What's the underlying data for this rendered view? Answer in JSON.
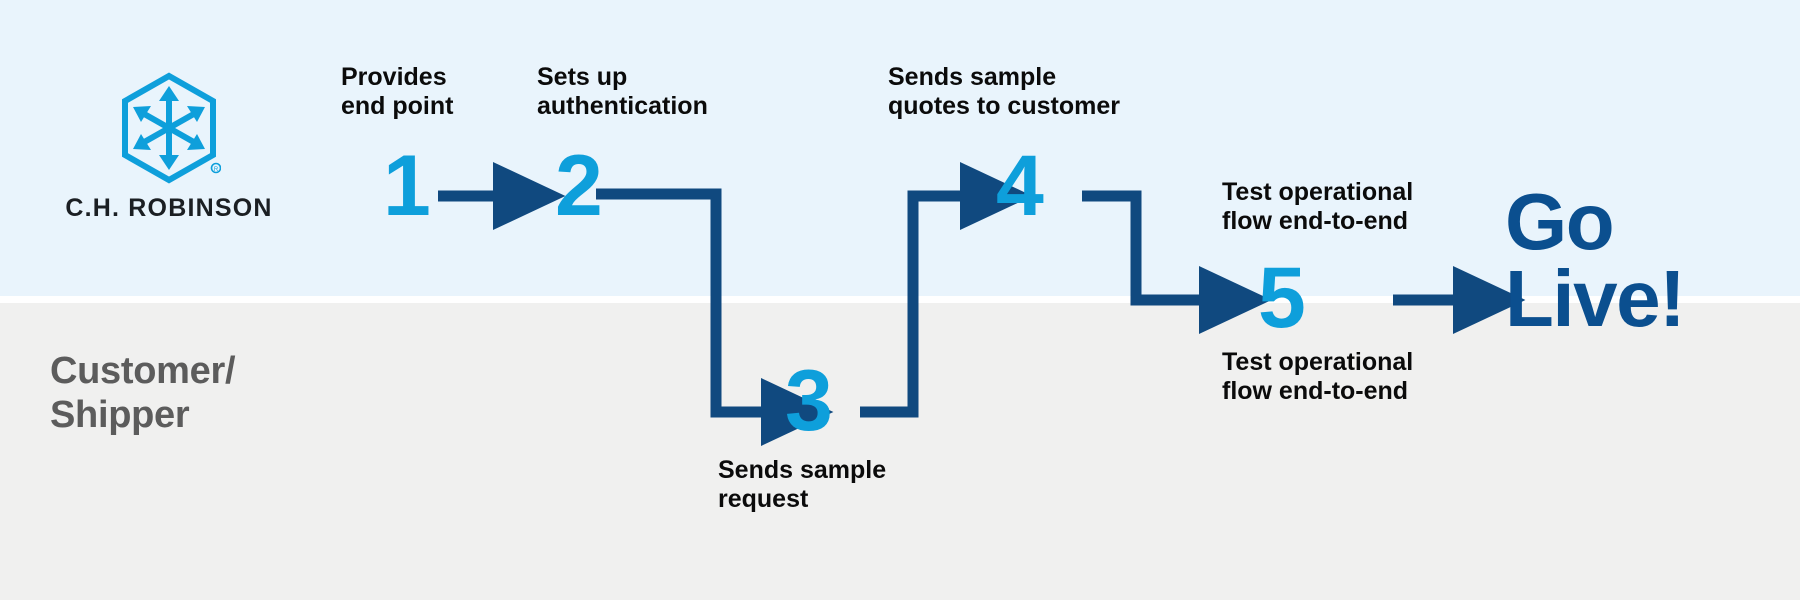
{
  "meta": {
    "title": "C.H. Robinson API Integration Onboarding Flow",
    "accent_blue": "#0e9fdb",
    "navy": "#0b4f8f",
    "connector_navy": "#10497f",
    "band_top_color": "#e9f4fc",
    "band_bottom_color": "#f0f0ef",
    "lane_label_color": "#5c5c5c",
    "caption_color": "#0b0b0b"
  },
  "brand": {
    "wordmark": "C.H. ROBINSON",
    "logo_icon": "hexagon-arrows-logo",
    "registered_mark": "®"
  },
  "lanes": {
    "top": {
      "name": "C.H. Robinson"
    },
    "bottom": {
      "label": "Customer/\nShipper"
    }
  },
  "steps": [
    {
      "number": "1",
      "caption": "Provides\nend point",
      "lane": "top",
      "caption_position": "above"
    },
    {
      "number": "2",
      "caption": "Sets up\nauthentication",
      "lane": "top",
      "caption_position": "above"
    },
    {
      "number": "3",
      "caption": "Sends sample\nrequest",
      "lane": "bottom",
      "caption_position": "below"
    },
    {
      "number": "4",
      "caption": "Sends sample\nquotes to customer",
      "lane": "top",
      "caption_position": "above"
    },
    {
      "number": "5",
      "caption_above": "Test operational\nflow end-to-end",
      "caption_below": "Test operational\nflow end-to-end",
      "lane": "middle"
    }
  ],
  "final": {
    "label": "Go\nLive!"
  },
  "connectors": [
    {
      "from": "1",
      "to": "2",
      "shape": "straight-right"
    },
    {
      "from": "2",
      "to": "3",
      "shape": "right-down-right"
    },
    {
      "from": "3",
      "to": "4",
      "shape": "right-up-right"
    },
    {
      "from": "4",
      "to": "5",
      "shape": "right-down-right"
    },
    {
      "from": "5",
      "to": "go-live",
      "shape": "straight-right"
    }
  ]
}
